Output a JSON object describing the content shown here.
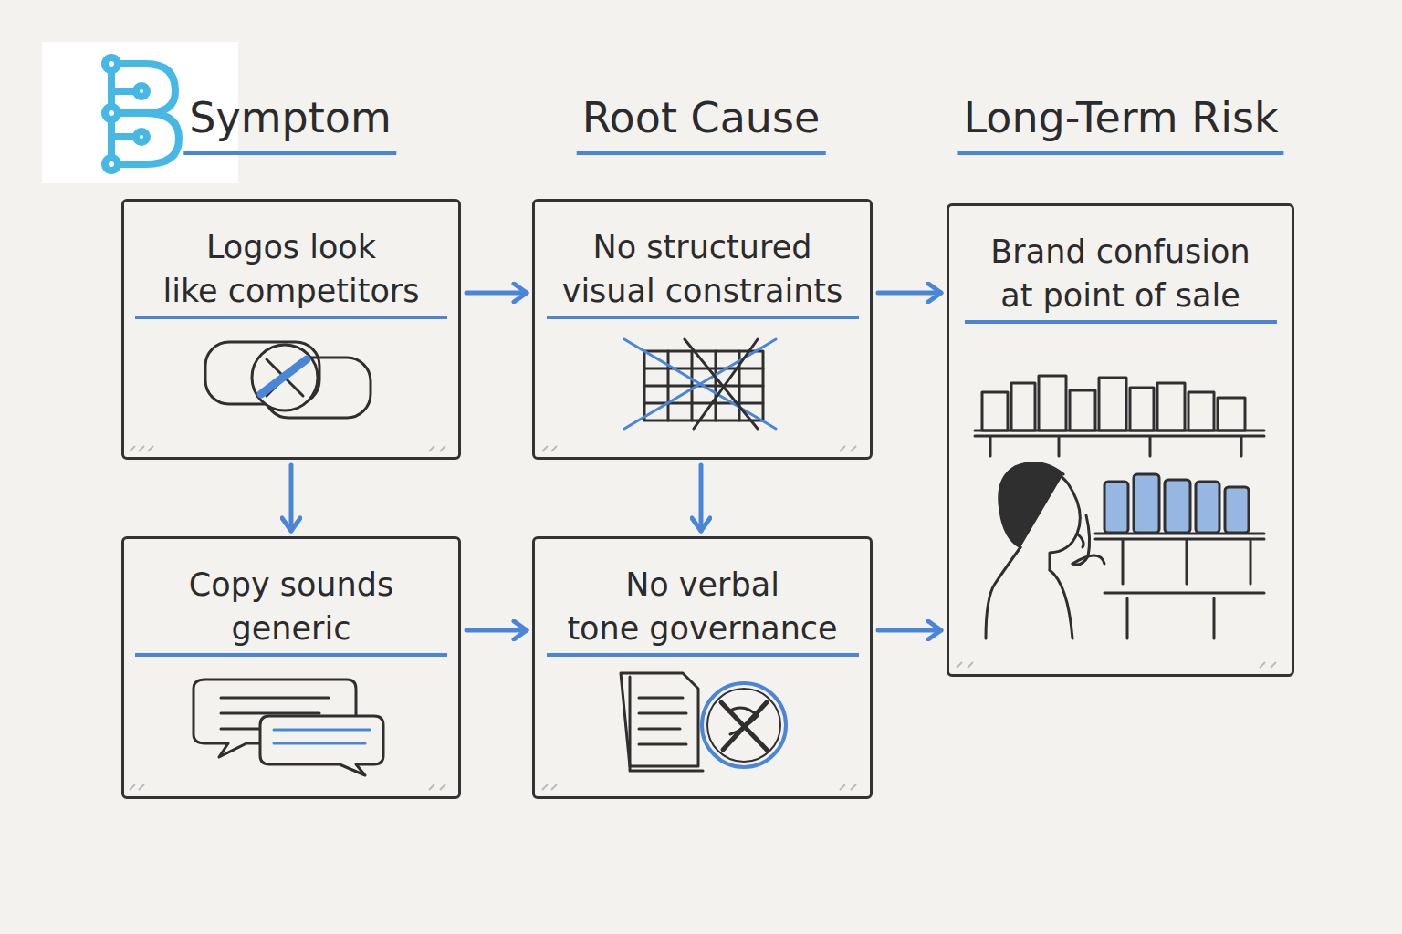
{
  "diagram": {
    "nodes": [
      {
        "text": [
          "Logos look like competitors"
        ]
      },
      {
        "text": [
          "No structured visual constraints"
        ]
      },
      {
        "text": [
          "Brand confusion at point of sale"
        ]
      },
      {
        "text": [
          "Copy sounds generic"
        ]
      },
      {
        "text": [
          "No verbal tone governance"
        ]
      }
    ],
    "edges": [
      {
        "from": 0,
        "to": 1,
        "arrow": "to"
      },
      {
        "from": 1,
        "to": 2,
        "arrow": "to"
      },
      {
        "from": 0,
        "to": 3,
        "arrow": "to"
      },
      {
        "from": 1,
        "to": 4,
        "arrow": "to"
      },
      {
        "from": 3,
        "to": 4,
        "arrow": "to"
      },
      {
        "from": 4,
        "to": 2,
        "arrow": "to"
      }
    ],
    "labels": [
      "Symptom",
      "Root Cause",
      "Long-Term Risk"
    ]
  }
}
